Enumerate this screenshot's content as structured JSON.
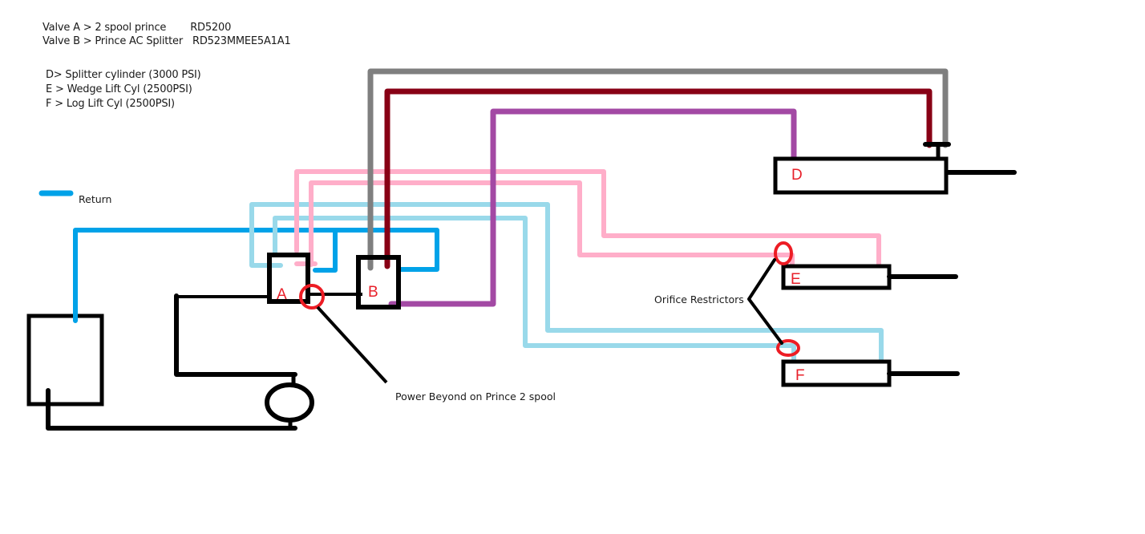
{
  "legend_notes": {
    "valve_a": {
      "text": "Valve A > 2 spool prince",
      "part": "RD5200"
    },
    "valve_b": {
      "text": "Valve B > Prince AC Splitter",
      "part": "RD523MMEE5A1A1"
    },
    "cyl_d": "D> Splitter cylinder (3000 PSI)",
    "cyl_e": "E > Wedge Lift Cyl (2500PSI)",
    "cyl_f": "F > Log Lift Cyl (2500PSI)"
  },
  "return_legend": {
    "label": "Return",
    "color": "#00a2e8"
  },
  "components": {
    "valve_a": "A",
    "valve_b": "B",
    "cylinder_d": "D",
    "cylinder_e": "E",
    "cylinder_f": "F"
  },
  "annotations": {
    "power_beyond": "Power Beyond on Prince 2 spool",
    "orifice": "Orifice Restrictors"
  },
  "colors": {
    "return": "#00a2e8",
    "light_blue": "#99d9ea",
    "pink": "#ffaec9",
    "gray": "#7f7f7f",
    "dark_red": "#880015",
    "purple": "#a349a4",
    "marker_red": "#ed1c24",
    "black": "#000000"
  }
}
